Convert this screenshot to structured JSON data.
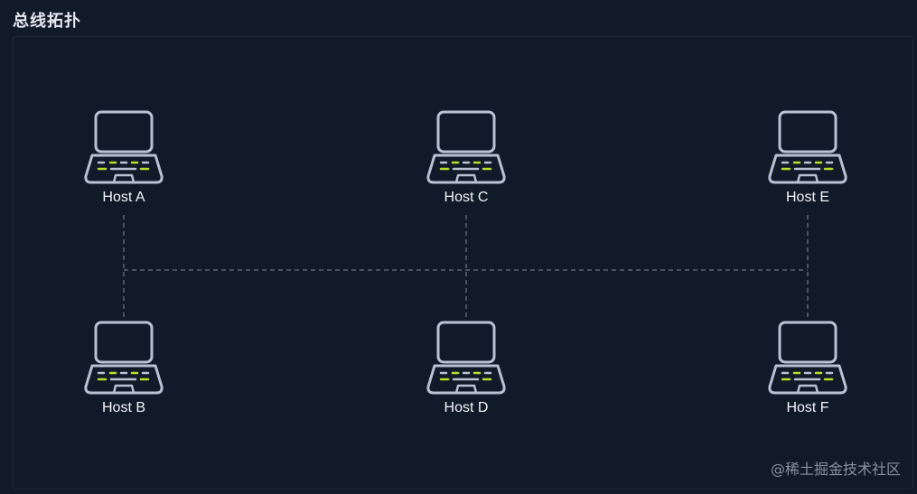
{
  "title": "总线拓扑",
  "hosts": [
    {
      "id": "A",
      "label": "Host A",
      "row": "top",
      "col": 0
    },
    {
      "id": "C",
      "label": "Host C",
      "row": "top",
      "col": 1
    },
    {
      "id": "E",
      "label": "Host E",
      "row": "top",
      "col": 2
    },
    {
      "id": "B",
      "label": "Host B",
      "row": "bottom",
      "col": 0
    },
    {
      "id": "D",
      "label": "Host D",
      "row": "bottom",
      "col": 1
    },
    {
      "id": "F",
      "label": "Host F",
      "row": "bottom",
      "col": 2
    }
  ],
  "icon": "laptop-icon",
  "colors": {
    "background": "#111a28",
    "device_outline": "#b8c2d2",
    "keyboard_accent": "#b6e02a",
    "bus_line": "#7f8a99"
  },
  "watermark": "@稀土掘金技术社区"
}
